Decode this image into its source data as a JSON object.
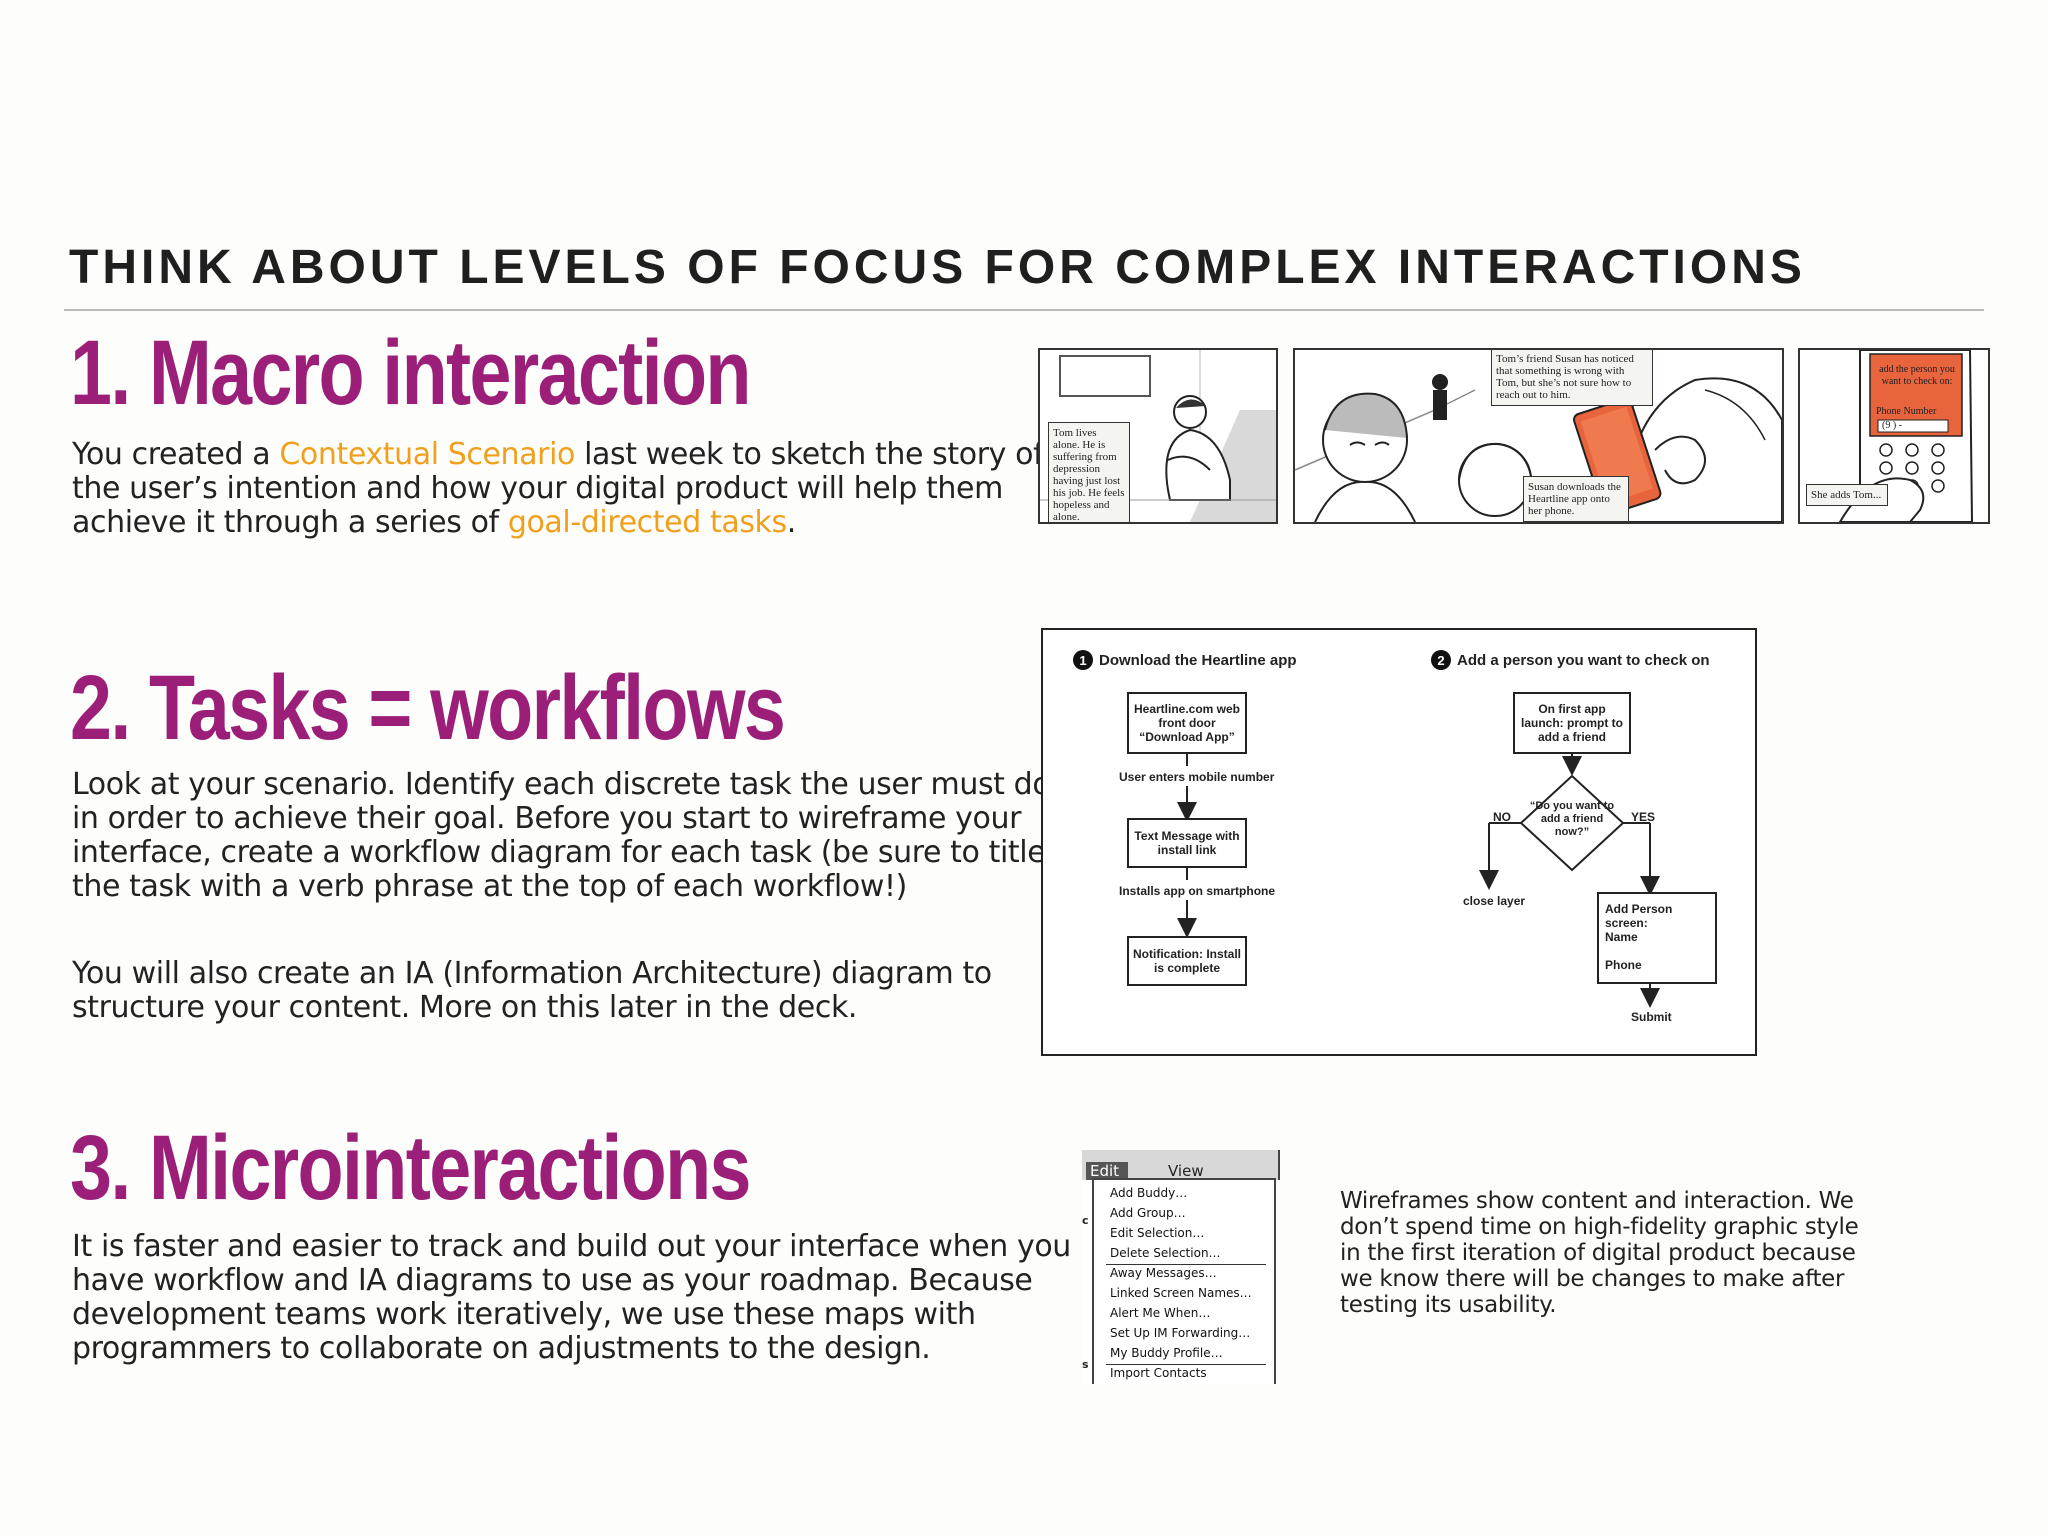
{
  "header": {
    "title": "THINK ABOUT LEVELS OF FOCUS FOR COMPLEX INTERACTIONS"
  },
  "section1": {
    "heading": "1. Macro interaction",
    "text_a": "You created a ",
    "highlight_a": "Contextual Scenario",
    "text_b": " last week to sketch the story of the user’s intention and how your digital product will help them achieve it through a series of ",
    "highlight_b": "goal-directed tasks",
    "text_c": "."
  },
  "storyboard": {
    "cap1": "Tom lives alone. He is suffering from depression having just lost his job. He feels hopeless and alone.",
    "cap2": "Tom’s friend Susan has noticed that something is wrong with Tom, but she’s not sure how to reach out to him.",
    "cap3": "Susan downloads the Heartline app onto her phone.",
    "cap4": "She adds Tom...",
    "phone_text": "add the person you want to check on:",
    "phone_label": "Phone Number",
    "phone_field": "(9  )    -"
  },
  "section2": {
    "heading": "2. Tasks = workflows",
    "para1": "Look at your scenario. Identify each discrete task the user must do in order to achieve their goal. Before you start to wireframe your interface, create a workflow diagram for each task (be sure to title the task with a verb phrase at the top of each workflow!)",
    "para2": "You will also create an IA (Information Architecture) diagram to structure your content. More on this later in the deck."
  },
  "flowchart": {
    "task1": {
      "num": "1",
      "title": "Download the Heartline app"
    },
    "task2": {
      "num": "2",
      "title": "Add a person you want to check on"
    },
    "box1": "Heartline.com web front door “Download App”",
    "label1": "User enters mobile number",
    "box2": "Text Message with install link",
    "label2": "Installs app on smartphone",
    "box3": "Notification: Install is complete",
    "box4": "On first app launch: prompt to add a friend",
    "decision": "“Do you want to add a friend now?”",
    "no": "NO",
    "yes": "YES",
    "close": "close layer",
    "screen_title": "Add Person screen:",
    "screen_name": "Name",
    "screen_phone": "Phone",
    "submit": "Submit"
  },
  "section3": {
    "heading": "3. Microinteractions",
    "para": "It is faster and easier to track and build out your interface when you have workflow and IA diagrams to use as your roadmap. Because development teams work iteratively, we use these maps with programmers to collaborate on adjustments to the design.",
    "side_text": "Wireframes show content and interaction. We don’t spend time on high-fidelity graphic style in the first iteration of digital product because we know there will be changes to make after testing its usability."
  },
  "menu": {
    "bar_edit": "Edit",
    "bar_view": "View",
    "items": [
      "Add Buddy…",
      "Add Group…",
      "Edit Selection…",
      "Delete Selection…",
      "Away Messages…",
      "Linked Screen Names…",
      "Alert Me When…",
      "Set Up IM Forwarding…",
      "My Buddy Profile…",
      "Import Contacts"
    ]
  }
}
